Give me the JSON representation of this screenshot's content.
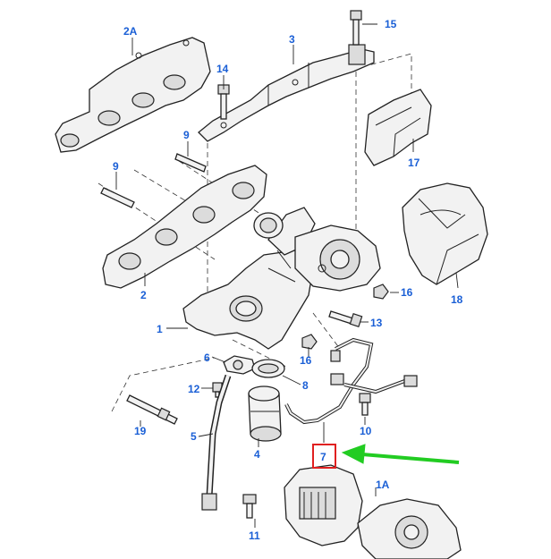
{
  "labels": {
    "l_2a": "2A",
    "l_3": "3",
    "l_15": "15",
    "l_14": "14",
    "l_9a": "9",
    "l_9b": "9",
    "l_17": "17",
    "l_18": "18",
    "l_16a": "16",
    "l_16b": "16",
    "l_13": "13",
    "l_1": "1",
    "l_2": "2",
    "l_6": "6",
    "l_12": "12",
    "l_8": "8",
    "l_10": "10",
    "l_19": "19",
    "l_5": "5",
    "l_4": "4",
    "l_7": "7",
    "l_1a": "1A",
    "l_11": "11"
  },
  "colors": {
    "label": "#1a5fd6",
    "highlight_box": "#e02020",
    "arrow": "#22cc22"
  }
}
